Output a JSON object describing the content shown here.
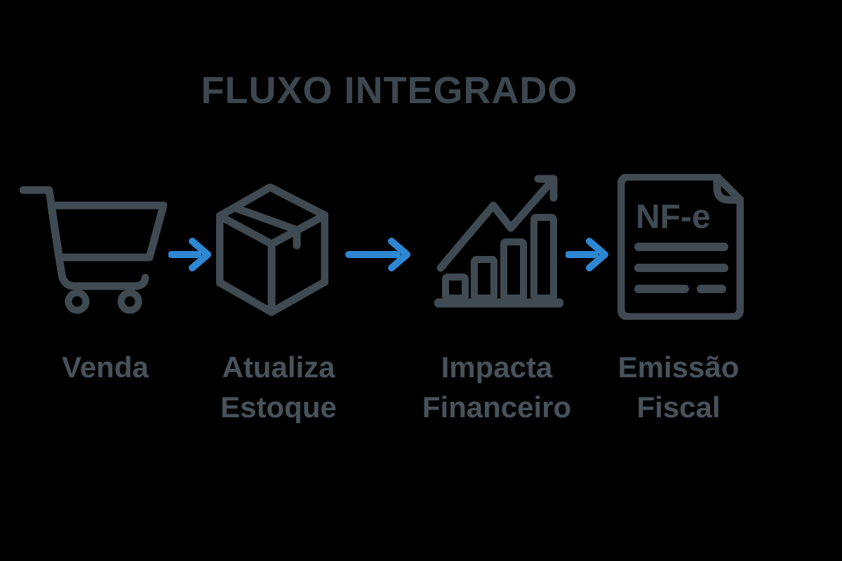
{
  "title": "FLUXO INTEGRADO",
  "colors": {
    "background": "#000000",
    "icon": "#3f4a52",
    "title": "#3d474f",
    "text": "#47525a",
    "arrow": "#2e87d3"
  },
  "steps": [
    {
      "label": "Venda",
      "icon": "shopping-cart-icon"
    },
    {
      "label": "Atualiza Estoque",
      "icon": "package-box-icon"
    },
    {
      "label": "Impacta Financeiro",
      "icon": "bar-chart-growth-icon"
    },
    {
      "label": "Emissão Fiscal",
      "icon": "invoice-document-icon",
      "document_text": "NF-e"
    }
  ],
  "connectors": [
    {
      "icon": "arrow-right-icon"
    },
    {
      "icon": "arrow-right-icon"
    },
    {
      "icon": "arrow-right-icon"
    }
  ]
}
